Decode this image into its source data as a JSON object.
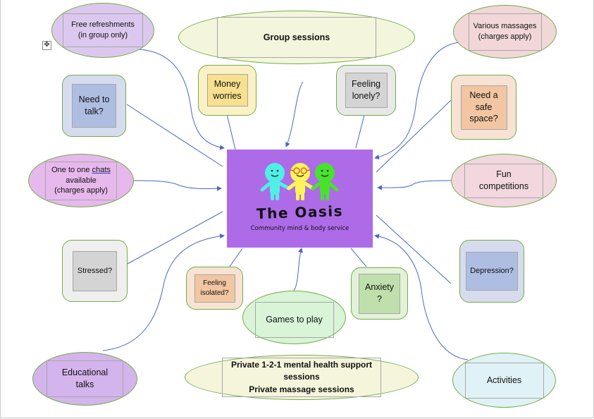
{
  "diagram": {
    "title": "The Oasis",
    "subtitle": "Community mind & body service",
    "nodes": {
      "free_refreshments": "Free refreshments\n(in group only)",
      "group_sessions": "Group sessions",
      "various_massages": "Various massages\n(charges apply)",
      "need_to_talk": "Need to\ntalk?",
      "money_worries": "Money\nworries",
      "feeling_lonely": "Feeling\nlonely?",
      "need_safe_space": "Need a\nsafe\nspace?",
      "one_to_one_prefix": "One to one ",
      "one_to_one_link": "chats",
      "one_to_one_suffix": "available\n(charges apply)",
      "fun_competitions": "Fun\ncompetitions",
      "stressed": "Stressed?",
      "depression": "Depression?",
      "feeling_isolated": "Feeling\nisolated?",
      "games_to_play": "Games to play",
      "anxiety": "Anxiety\n?",
      "educational_talks": "Educational\ntalks",
      "private_sessions": "Private 1-2-1 mental health support\nsessions\nPrivate massage sessions",
      "activities": "Activities"
    },
    "colors": {
      "center": "#ad6be8",
      "connector": "#4a66c2",
      "outline": "#70ad47"
    }
  },
  "editor": {
    "move_handle_icon": "move-icon"
  }
}
